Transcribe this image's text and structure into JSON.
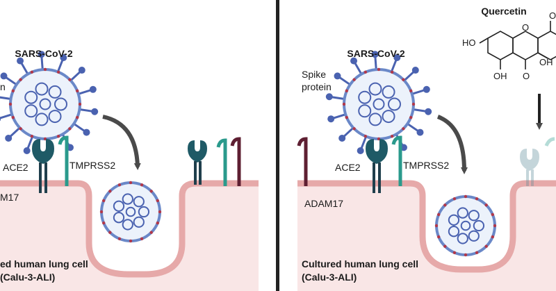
{
  "left_panel": {
    "virus_title": "SARS-CoV-2",
    "spike_partial": "n",
    "ace2": "ACE2",
    "tmprss2": "TMPRSS2",
    "adam17_partial": "M17",
    "cell_line1": "ed human lung cell",
    "cell_line2": "(Calu-3-ALI)"
  },
  "right_panel": {
    "compound_title": "Quercetin",
    "virus_title": "SARS-CoV-2",
    "spike_line1": "Spike",
    "spike_line2": "protein",
    "ace2": "ACE2",
    "tmprss2": "TMPRSS2",
    "adam17": "ADAM17",
    "cell_line1": "Cultured human lung cell",
    "cell_line2": "(Calu-3-ALI)",
    "oh1": "HO",
    "oh2": "OH",
    "oh3": "OH",
    "o_carbonyl": "O",
    "o_ring": "O",
    "oh_partial": "O"
  },
  "colors": {
    "cell_fill": "#f9e6e6",
    "membrane": "#e6a9a9",
    "virus_ring": "#6a88c8",
    "virus_fill": "#ecf2fb",
    "spike": "#4a62b0",
    "ace2": "#1f5a66",
    "tmprss2": "#2a9a8c",
    "adam17": "#5e1f32",
    "arrow": "#4a4a4a",
    "divider": "#222222"
  }
}
